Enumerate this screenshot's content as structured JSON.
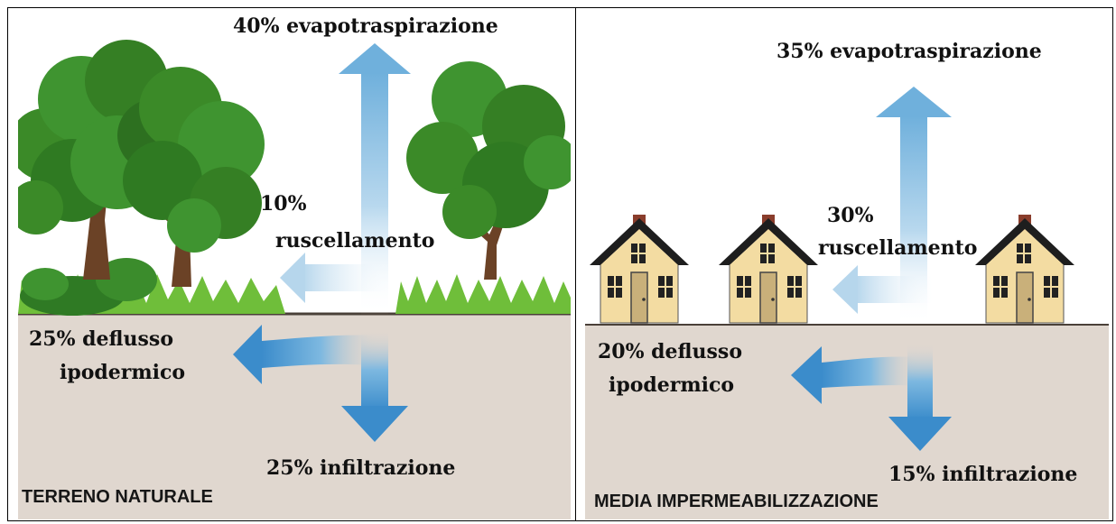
{
  "panels": [
    {
      "title": "TERRENO NATURALE",
      "labels": {
        "evapotraspirazione": "40% evapotraspirazione",
        "ruscellamento_pct": "10%",
        "ruscellamento": "ruscellamento",
        "deflusso_1": "25% deflusso",
        "deflusso_2": "ipodermico",
        "infiltrazione": "25% infiltrazione"
      }
    },
    {
      "title": "MEDIA IMPERMEABILIZZAZIONE",
      "labels": {
        "evapotraspirazione": "35% evapotraspirazione",
        "ruscellamento_pct": "30%",
        "ruscellamento": "ruscellamento",
        "deflusso_1": "20% deflusso",
        "deflusso_2": "ipodermico",
        "infiltrazione": "15% infiltrazione"
      }
    }
  ],
  "colors": {
    "soil": "#e0d7cf",
    "ground_line": "#4a4038",
    "arrow": "#5fa6d6",
    "foliage": "#3f8f2a",
    "house_wall": "#f3dca2",
    "roof": "#1e1e1e"
  }
}
